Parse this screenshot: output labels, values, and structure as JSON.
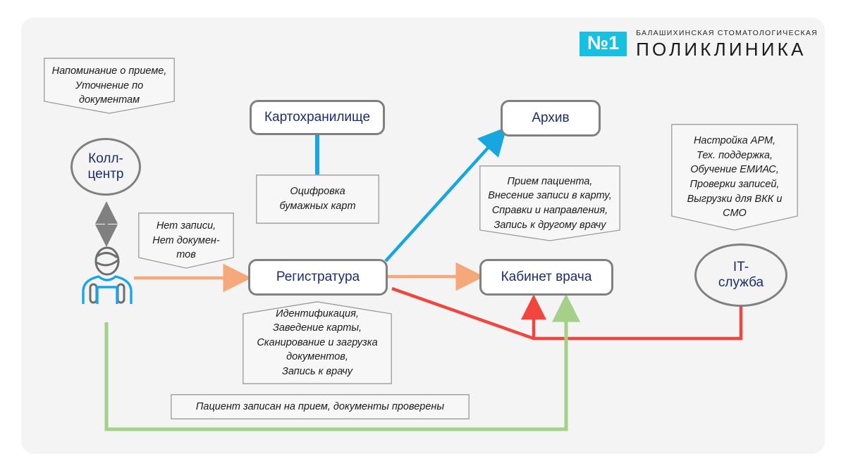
{
  "logo": {
    "mark": "№1",
    "line1": "БАЛАШИХИНСКАЯ СТОМАТОЛОГИЧЕСКАЯ",
    "line2": "ПОЛИКЛИНИКА",
    "mark_color": "#16c0e0"
  },
  "nodes": {
    "call_center": "Колл-\nцентр",
    "card_storage": "Картохранилище",
    "registry": "Регистратура",
    "archive": "Архив",
    "doctor_office": "Кабинет врача",
    "it_service": "IT-\nслужба"
  },
  "notes": {
    "reminder": "Напоминание о приеме,\nУточнение по документам",
    "no_record": "Нет записи,\nНет докумен-\nтов",
    "digitize": "Оцифровка\nбумажных карт",
    "registry_tasks": "Идентификация,\nЗаведение карты,\nСканирование и загрузка документов,\nЗапись к врачу",
    "doctor_tasks": "Прием пациента,\nВнесение записи в карту,\nСправки и направления,\nЗапись к другому врачу",
    "it_tasks": "Настройка АРМ,\nТех. поддержка,\nОбучение ЕМИАС,\nПроверки записей,\nВыгрузки для ВКК и СМО",
    "result": "Пациент записан на прием, документы проверены"
  },
  "colors": {
    "cyan": "#16a6e0",
    "orange": "#f5a97a",
    "red": "#f1453d",
    "green": "#a5d08a",
    "grey": "#808080",
    "navy": "#1b2d6b"
  },
  "icons": {
    "patient": "patient-icon",
    "call_arrow": "bidirectional-arrow-icon"
  }
}
